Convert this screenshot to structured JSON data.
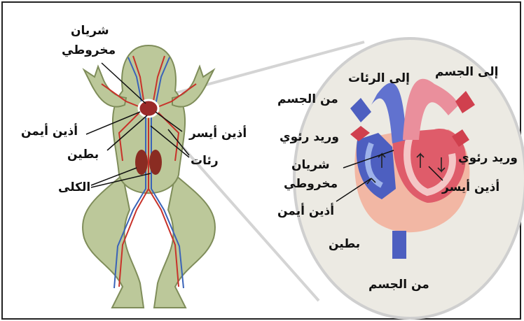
{
  "frog_labels": {
    "conus_line1": "شريان",
    "conus_line2": "مخروطي",
    "right_atrium": "أذين أيمن",
    "left_atrium": "أذين أيسر",
    "ventricle": "بطين",
    "lungs": "رئات",
    "kidneys": "الكلى"
  },
  "heart_labels": {
    "to_lungs": "إلى الرئات",
    "to_body": "إلى الجسم",
    "from_body_top": "من الجسم",
    "pulmonary_vein_left": "وريد رئوي",
    "pulmonary_vein_right": "وريد رئوي",
    "conus_line1": "شريان",
    "conus_line2": "مخروطي",
    "left_atrium": "أذين أيسر",
    "right_atrium": "أذين أيمن",
    "ventricle": "بطين",
    "from_body_bottom": "من الجسم"
  },
  "colors": {
    "frog_skin": "#bcc89a",
    "frog_outline": "#7f8d5a",
    "artery": "#c8322a",
    "vein": "#3a63b8",
    "oxygenated": "#e07a86",
    "deoxygenated": "#5d6fc8",
    "ventricle": "#f2b7a4",
    "lens_outline": "#cfcfcf"
  }
}
